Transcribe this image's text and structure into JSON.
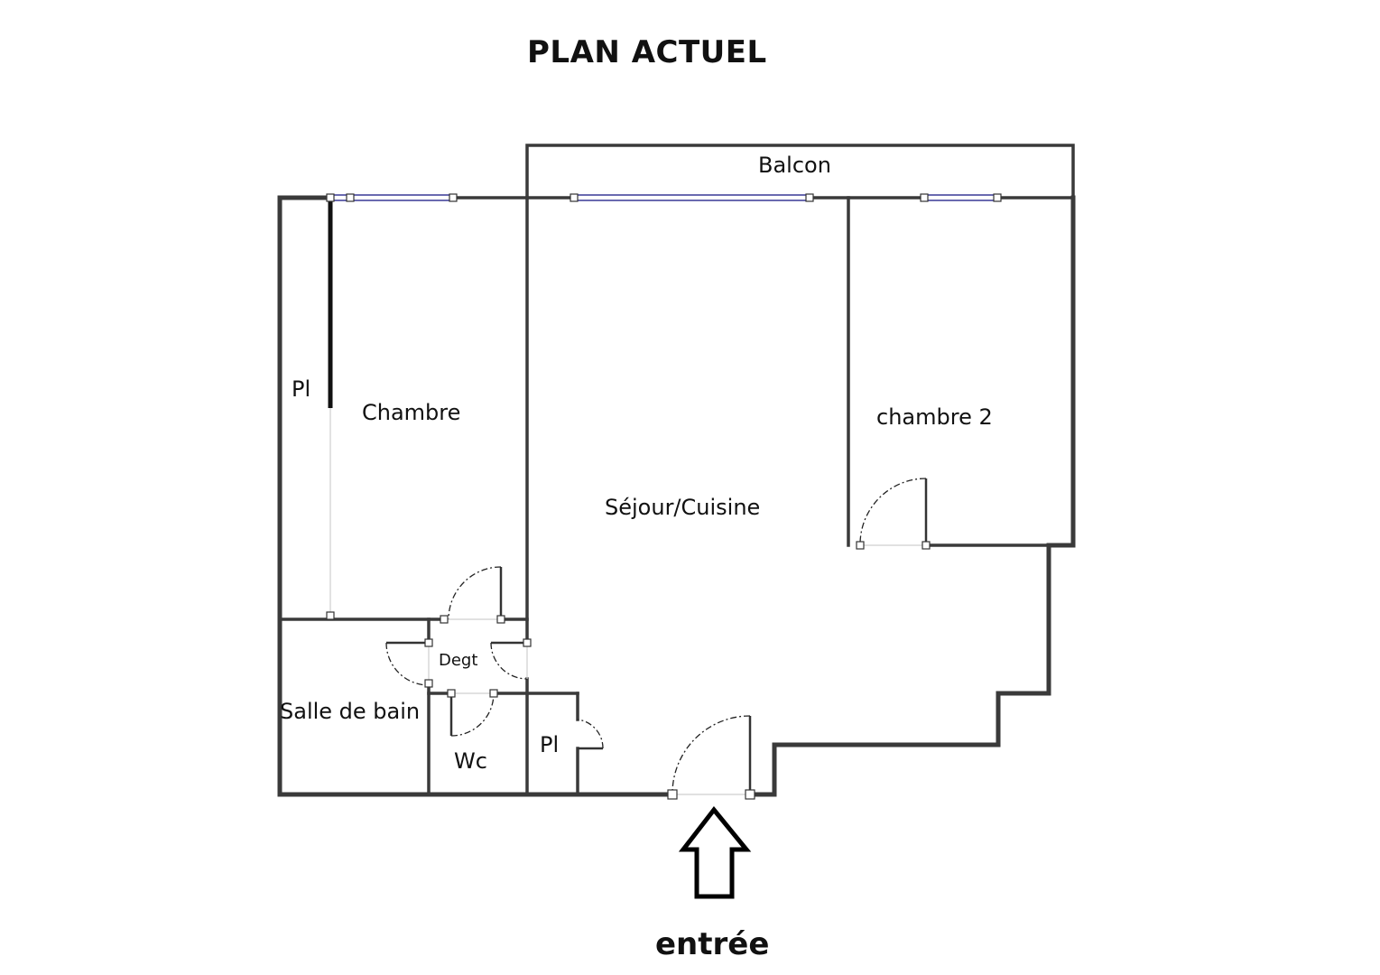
{
  "plan": {
    "title": "PLAN ACTUEL",
    "entrance_label": "entrée",
    "rooms": {
      "balcon": "Balcon",
      "placard_chambre": "Pl",
      "chambre": "Chambre",
      "sejour": "Séjour/Cuisine",
      "chambre2": "chambre 2",
      "degt": "Degt",
      "salle_de_bain": "Salle de bain",
      "wc": "Wc",
      "placard_entree": "Pl"
    },
    "icons": {
      "entrance": "up-arrow-icon"
    }
  }
}
